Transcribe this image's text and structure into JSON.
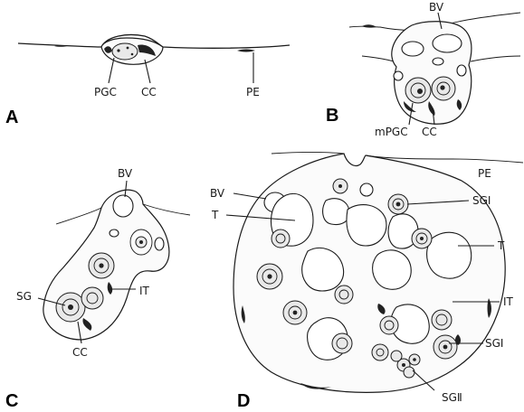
{
  "panels": {
    "A": {
      "letter": "A",
      "labels": {
        "pgc": "PGC",
        "cc": "CC",
        "pe": "PE"
      }
    },
    "B": {
      "letter": "B",
      "labels": {
        "bv": "BV",
        "mpgc": "mPGC",
        "cc": "CC"
      }
    },
    "C": {
      "letter": "C",
      "labels": {
        "bv": "BV",
        "sg": "SG",
        "it": "IT",
        "cc": "CC"
      }
    },
    "D": {
      "letter": "D",
      "labels": {
        "bv": "BV",
        "t_left": "T",
        "sg1_top": "SGⅠ",
        "pe": "PE",
        "t_right": "T",
        "it": "IT",
        "sg1_bottom": "SGⅠ",
        "sg2": "SGⅡ"
      }
    }
  }
}
